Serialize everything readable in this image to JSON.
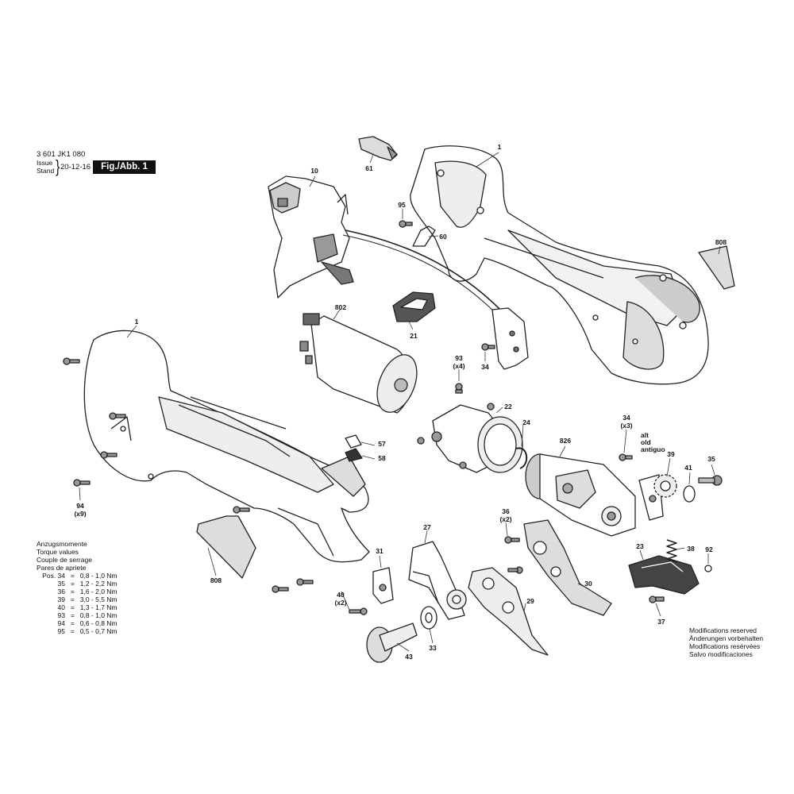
{
  "header": {
    "part_number": "3 601 JK1 080",
    "issue_label": "Issue",
    "stand_label": "Stand",
    "date": "20-12-16",
    "figure": "Fig./Abb. 1"
  },
  "torque": {
    "titles": [
      "Anzugsmomente",
      "Torque values",
      "Couple de serrage",
      "Pares de apriete"
    ],
    "rows": [
      {
        "pos": "Pos. 34",
        "eq": "=",
        "value": "0,8 - 1,0 Nm"
      },
      {
        "pos": "35",
        "eq": "=",
        "value": "1,2 - 2,2 Nm"
      },
      {
        "pos": "36",
        "eq": "=",
        "value": "1,6 - 2,0 Nm"
      },
      {
        "pos": "39",
        "eq": "=",
        "value": "3,0 - 5,5 Nm"
      },
      {
        "pos": "40",
        "eq": "=",
        "value": "1,3 - 1,7 Nm"
      },
      {
        "pos": "93",
        "eq": "=",
        "value": "0,8 - 1,0 Nm"
      },
      {
        "pos": "94",
        "eq": "=",
        "value": "0,6 - 0,8 Nm"
      },
      {
        "pos": "95",
        "eq": "=",
        "value": "0,5 - 0,7 Nm"
      }
    ]
  },
  "modifications": [
    "Modifications reserved",
    "Änderungen vorbehalten",
    "Modifications resérvées",
    "Salvo modificaciones"
  ],
  "labels": {
    "p1_top": "1",
    "p1_left": "1",
    "p10": "10",
    "p61": "61",
    "p95": "95",
    "p60": "60",
    "p808_top": "808",
    "p802": "802",
    "p21": "21",
    "p93": "93",
    "p93q": "(x4)",
    "p34_mid": "34",
    "p22": "22",
    "p24": "24",
    "p57": "57",
    "p58": "58",
    "p94": "94",
    "p94q": "(x9)",
    "p826": "826",
    "p34_right": "34",
    "p34q": "(x3)",
    "alt1": "alt",
    "alt2": "old",
    "alt3": "antiguo",
    "p39": "39",
    "p41": "41",
    "p35": "35",
    "p36": "36",
    "p36q": "(x2)",
    "p27": "27",
    "p23": "23",
    "p38": "38",
    "p92": "92",
    "p31": "31",
    "p30": "30",
    "p29": "29",
    "p808_bottom": "808",
    "p40": "40",
    "p40q": "(x2)",
    "p43": "43",
    "p33": "33",
    "p37": "37"
  }
}
